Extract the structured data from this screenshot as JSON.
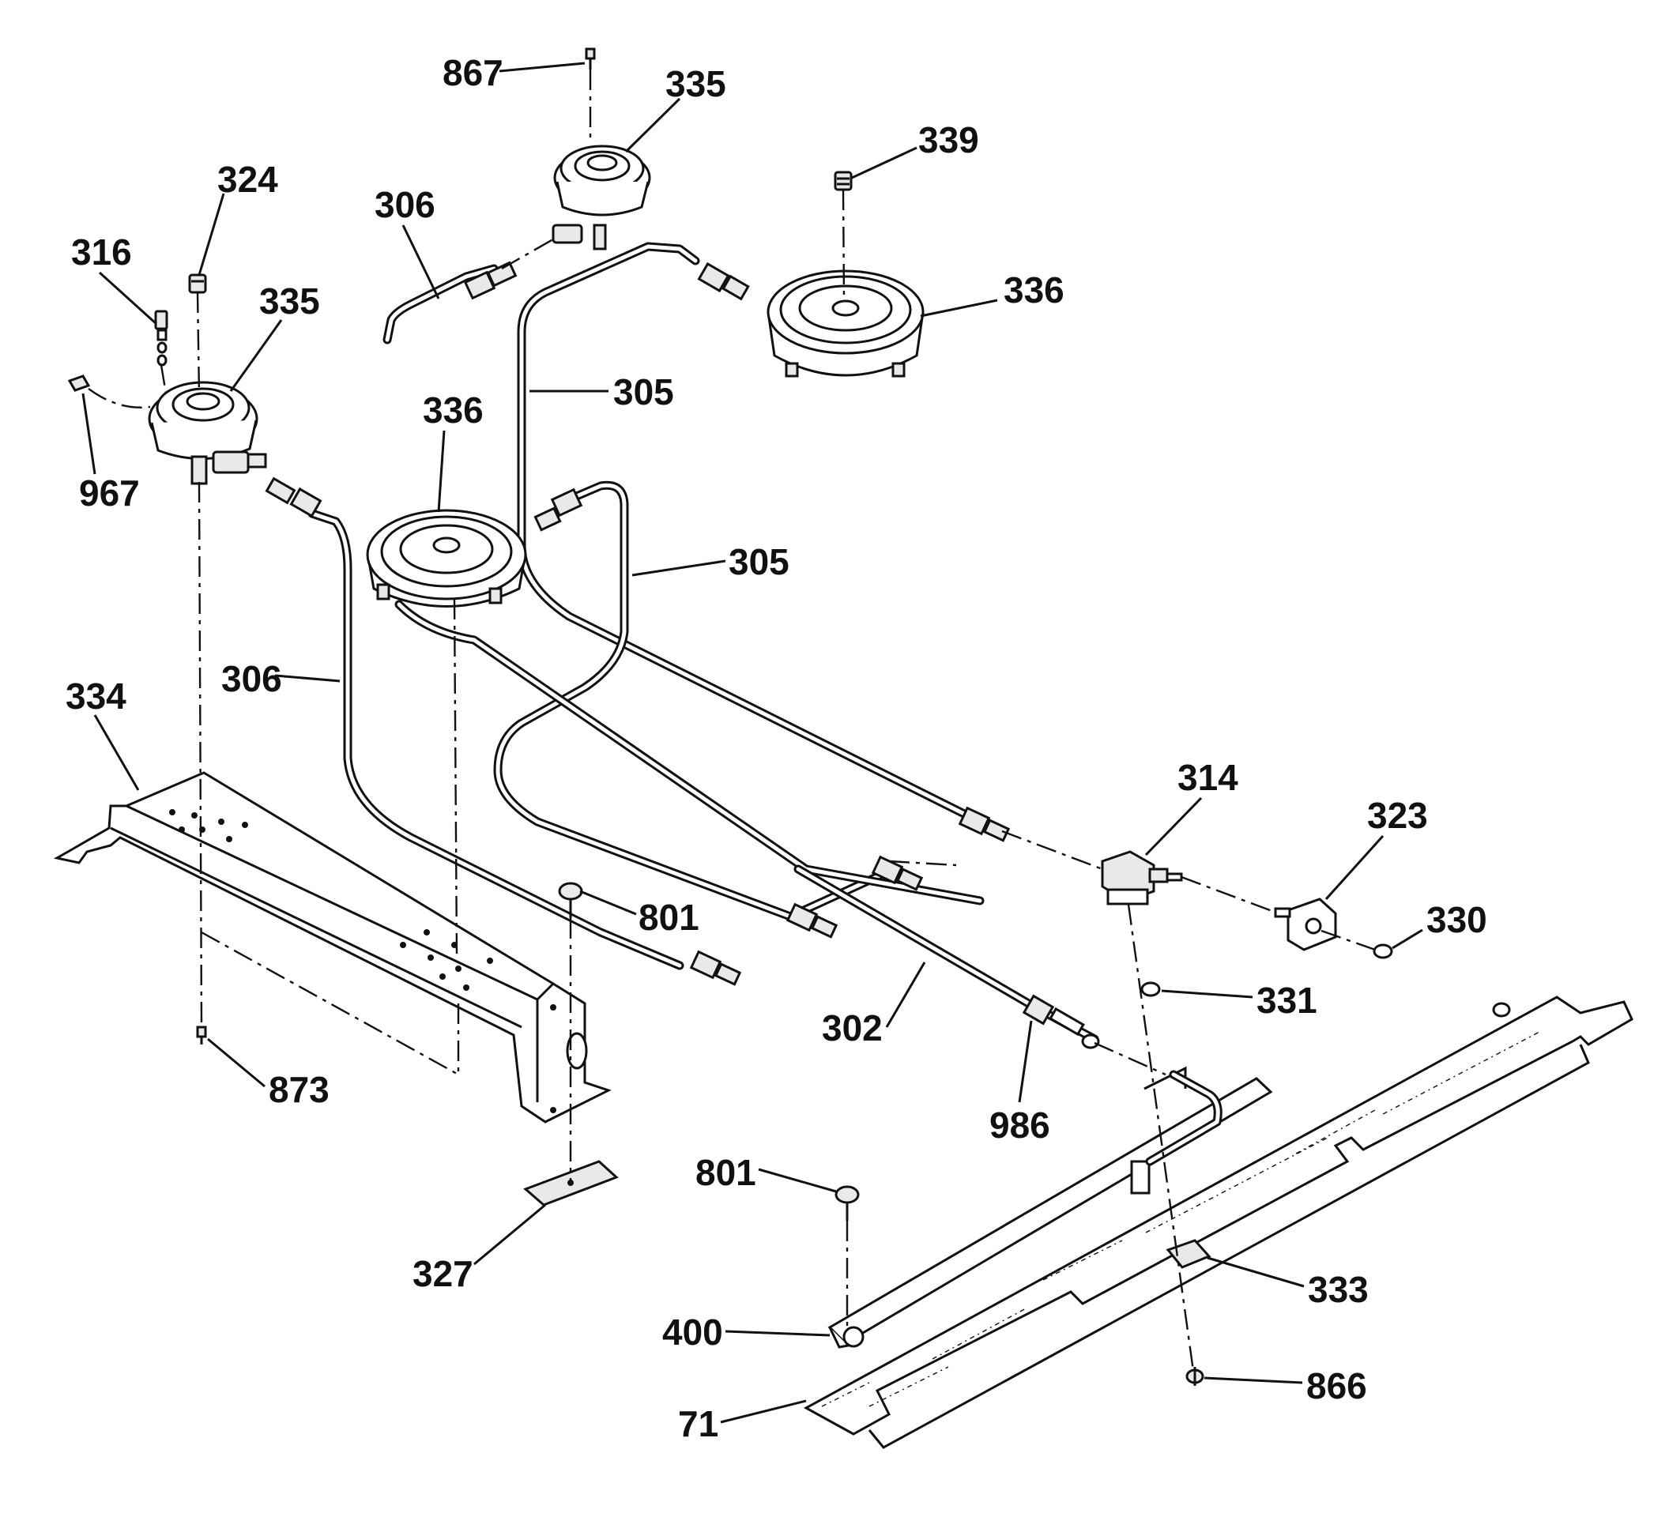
{
  "callouts": {
    "c867": "867",
    "c335_top": "335",
    "c339": "339",
    "c324": "324",
    "c306_top": "306",
    "c316": "316",
    "c335_left": "335",
    "c336_right": "336",
    "c305_top": "305",
    "c336_mid": "336",
    "c967": "967",
    "c305_mid": "305",
    "c306_mid": "306",
    "c334": "334",
    "c314": "314",
    "c323": "323",
    "c801_top": "801",
    "c330": "330",
    "c331": "331",
    "c302": "302",
    "c873": "873",
    "c986": "986",
    "c801_bottom": "801",
    "c327": "327",
    "c333": "333",
    "c400": "400",
    "c866": "866",
    "c71": "71"
  }
}
